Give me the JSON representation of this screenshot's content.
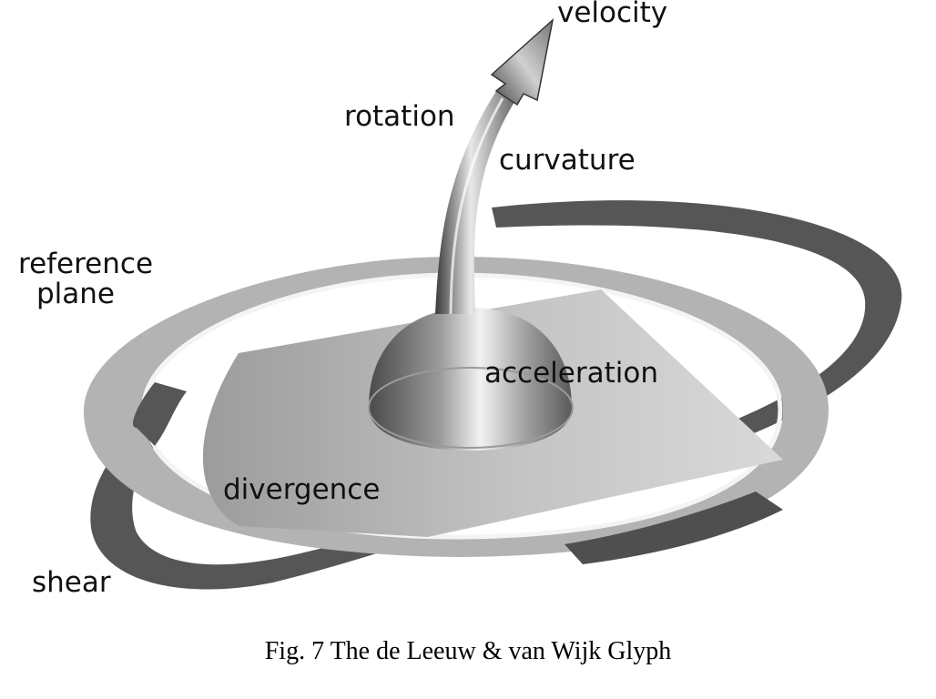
{
  "labels": {
    "velocity": "velocity",
    "rotation": "rotation",
    "curvature": "curvature",
    "reference_plane_line1": "reference",
    "reference_plane_line2": "plane",
    "acceleration": "acceleration",
    "divergence": "divergence",
    "shear": "shear"
  },
  "caption": "Fig. 7  The de Leeuw & van Wijk Glyph"
}
